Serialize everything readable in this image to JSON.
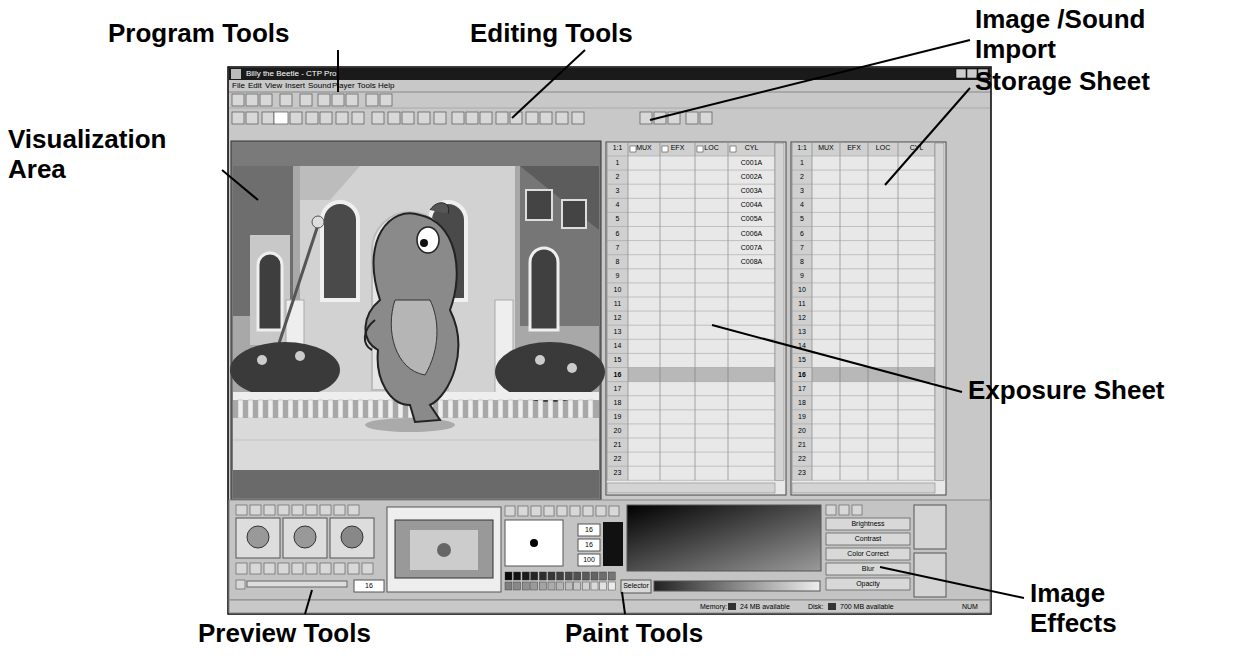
{
  "diagram": {
    "labels": [
      "Program Tools",
      "Editing Tools",
      "Image /Sound Import",
      "Visualization Area",
      "Storage Sheet",
      "Exposure Sheet",
      "Image Effects",
      "Preview Tools",
      "Paint Tools",
      "Billy the Beetle - CTP Pro",
      "File",
      "Edit",
      "View",
      "Insert",
      "Sound",
      "Player",
      "Tools",
      "Help",
      "1:1",
      "MUX",
      "EFX",
      "LOC",
      "CYL",
      "1",
      "2",
      "3",
      "4",
      "5",
      "6",
      "7",
      "8",
      "9",
      "10",
      "11",
      "12",
      "13",
      "14",
      "15",
      "16",
      "17",
      "18",
      "19",
      "20",
      "21",
      "22",
      "23",
      "C001A",
      "C002A",
      "C003A",
      "C004A",
      "C005A",
      "C006A",
      "C007A",
      "C008A",
      "1:1",
      "MUX",
      "EFX",
      "LOC",
      "CYL",
      "1",
      "2",
      "3",
      "4",
      "5",
      "6",
      "7",
      "8",
      "9",
      "10",
      "11",
      "12",
      "13",
      "14",
      "15",
      "16",
      "17",
      "18",
      "19",
      "20",
      "21",
      "22",
      "23",
      "Brightness",
      "Contrast",
      "Color Correct",
      "Blur",
      "Opacity",
      "16",
      "16",
      "100",
      "Selector",
      "16",
      "Memory:",
      "24 MB available",
      "Disk:",
      "700 MB available",
      "NUM"
    ]
  }
}
